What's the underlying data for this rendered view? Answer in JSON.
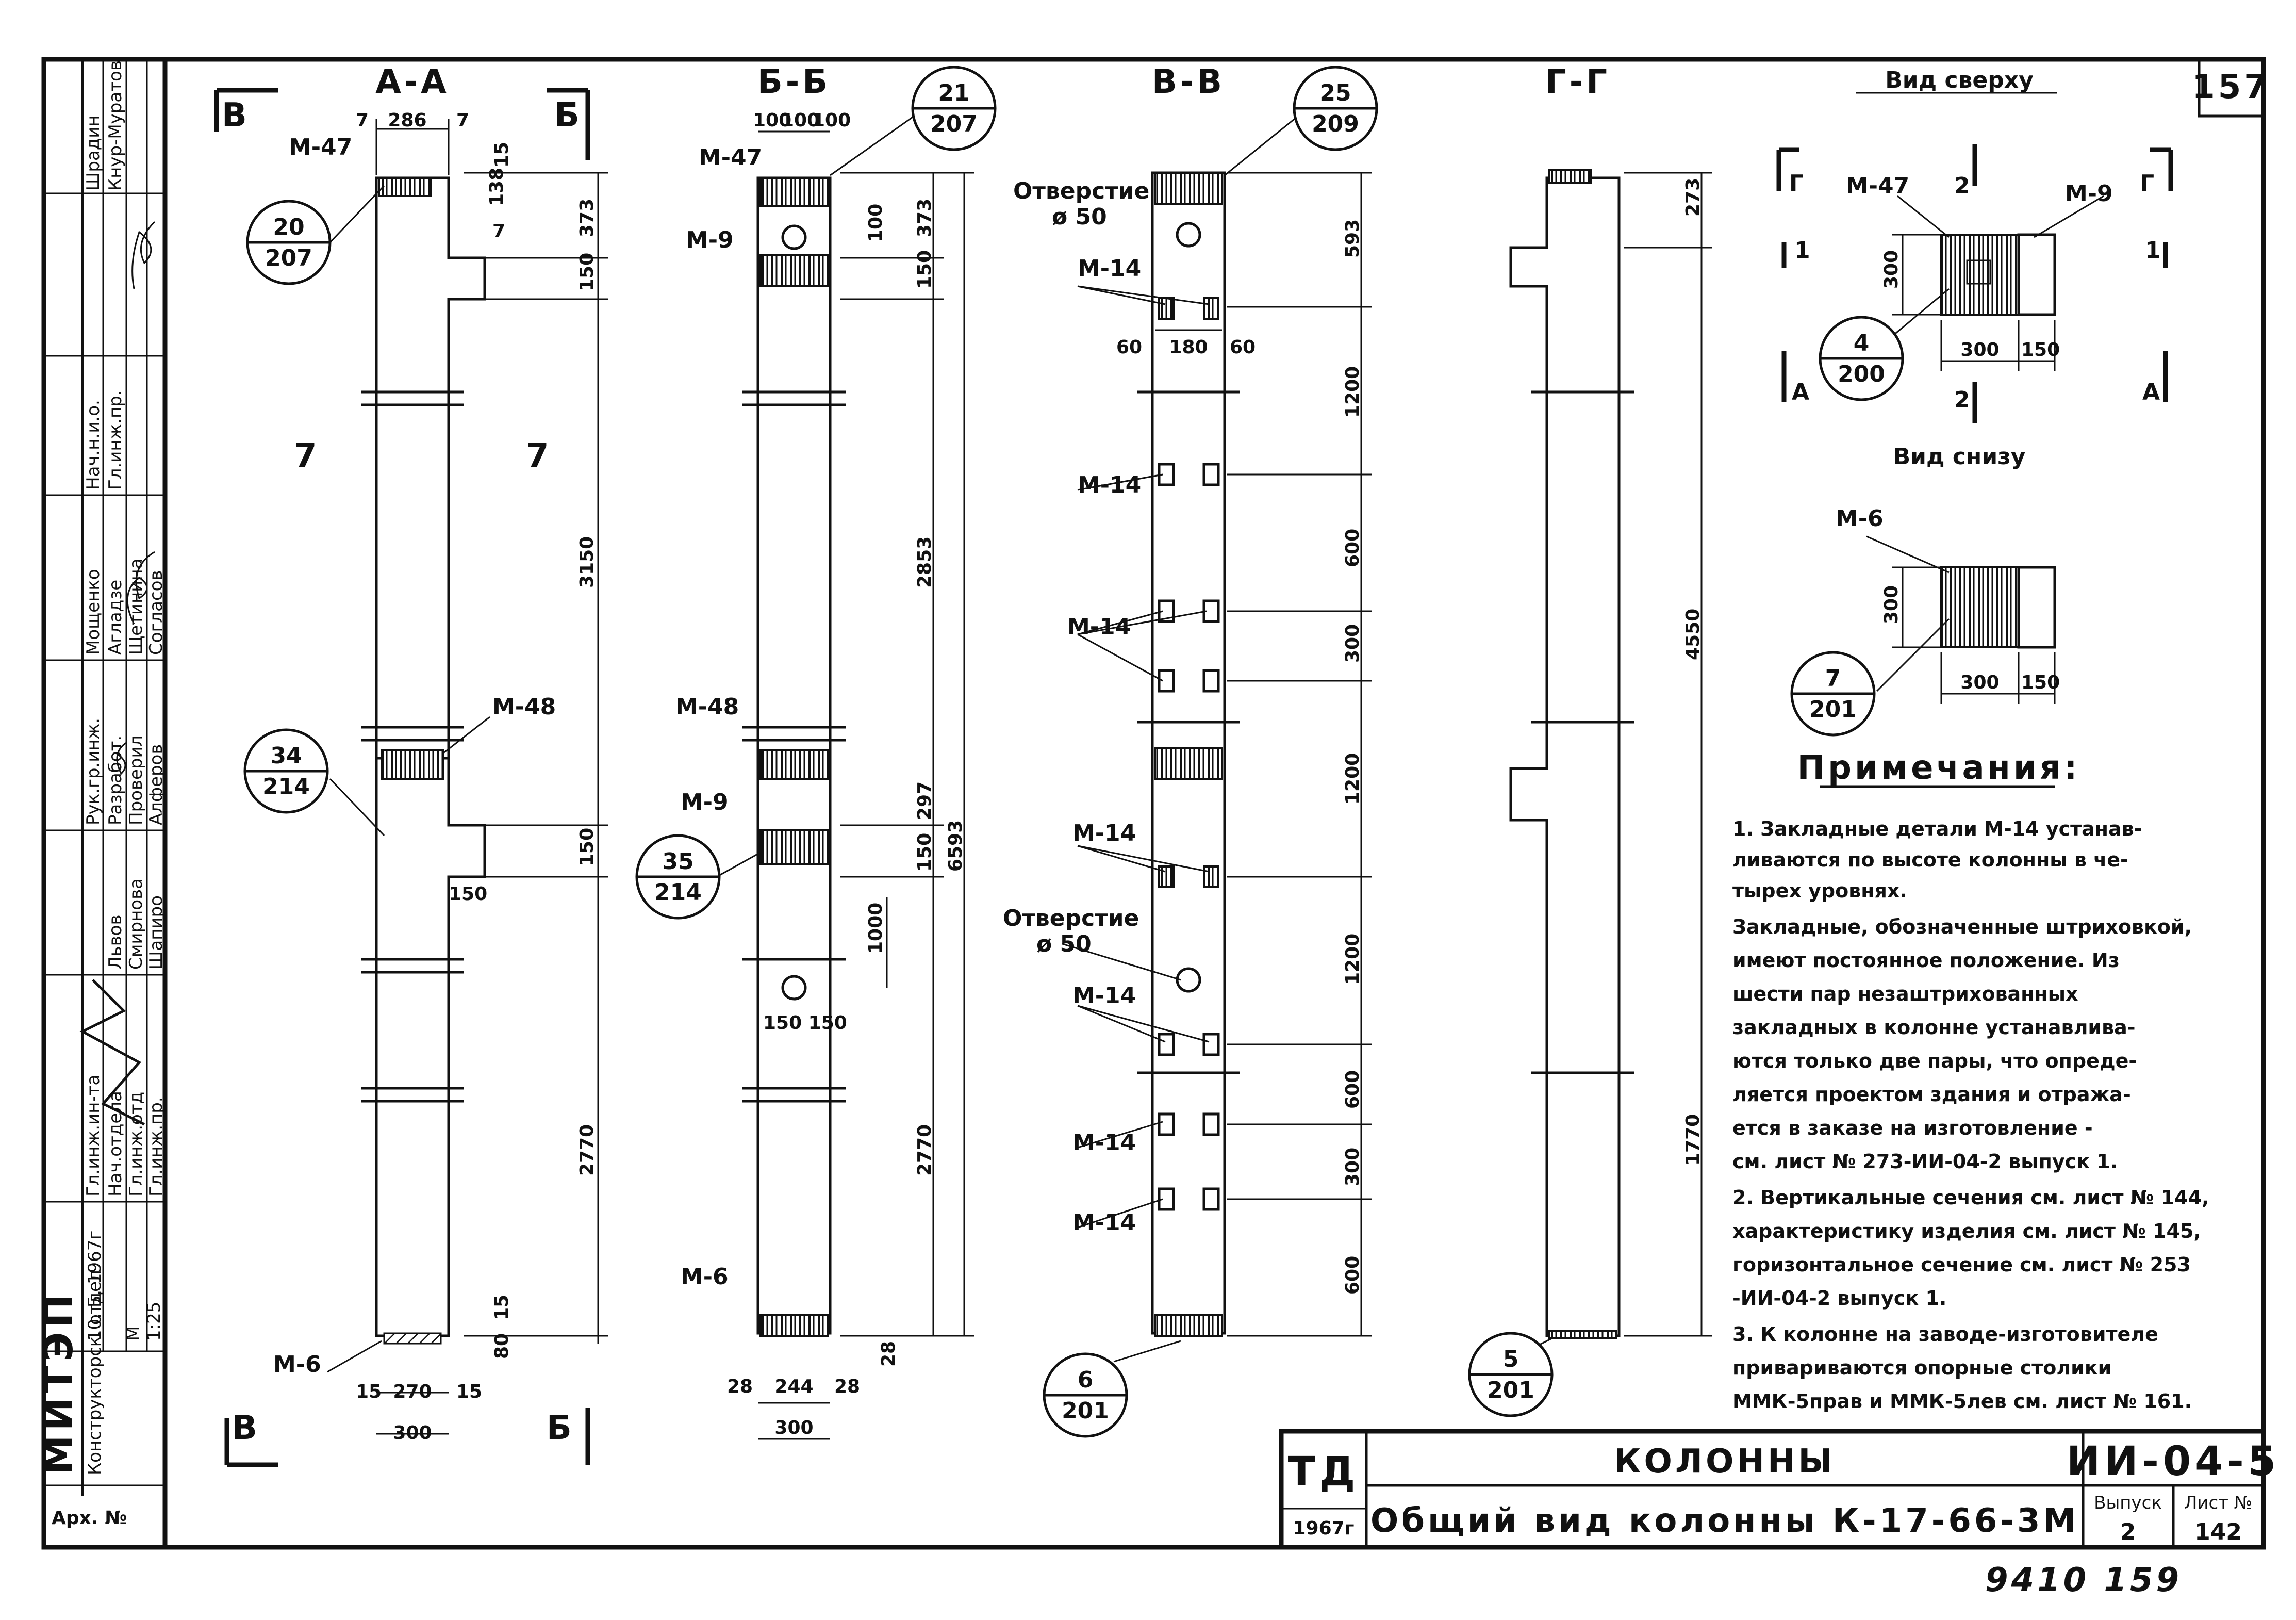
{
  "sheet": {
    "number": "157",
    "handwritten_number": "9410   159"
  },
  "sections": {
    "aa": {
      "title": "А-А",
      "cut_left": "В",
      "cut_right": "Б",
      "cut_bottom_left": "В",
      "cut_bottom_right": "Б"
    },
    "bb": {
      "title": "Б-Б"
    },
    "vv": {
      "title": "В-В"
    },
    "gg": {
      "title": "Г-Г"
    },
    "top": {
      "title": "Вид сверху"
    },
    "bottom": {
      "title": "Вид снизу"
    }
  },
  "parts": {
    "m47": "М-47",
    "m48": "М-48",
    "m6": "М-6",
    "m9": "М-9",
    "m14": "М-14",
    "hole": "Отверстие",
    "hole_dia": "ø 50"
  },
  "bubbles": [
    {
      "top": "20",
      "bottom": "207"
    },
    {
      "top": "34",
      "bottom": "214"
    },
    {
      "top": "21",
      "bottom": "207"
    },
    {
      "top": "35",
      "bottom": "214"
    },
    {
      "top": "25",
      "bottom": "209"
    },
    {
      "top": "6",
      "bottom": "201"
    },
    {
      "top": "5",
      "bottom": "201"
    },
    {
      "top": "4",
      "bottom": "200"
    },
    {
      "top": "7",
      "bottom": "201"
    }
  ],
  "dims": {
    "aa": {
      "top_w": [
        "7",
        "286",
        "7"
      ],
      "d138": "138",
      "d15": "15",
      "d7": "7",
      "d373": "373",
      "d150": "150",
      "d3150": "3150",
      "d150b": "150",
      "d150c": "150",
      "d2770": "2770",
      "d15b": "15",
      "d80": "80",
      "bot_w": [
        "15",
        "270",
        "15"
      ],
      "d300": "300",
      "mark7": "7"
    },
    "bb": {
      "top_w": [
        "100",
        "100",
        "100"
      ],
      "d100": "100",
      "d373": "373",
      "d150": "150",
      "d2853": "2853",
      "d297": "297",
      "d150b": "150",
      "d6593": "6593",
      "d1000": "1000",
      "d150150": "150 150",
      "d2770": "2770",
      "d28": "28",
      "bot_w": [
        "28",
        "244",
        "28"
      ],
      "d300": "300"
    },
    "vv": {
      "d593": "593",
      "d1200a": "1200",
      "d600a": "600",
      "d300a": "300",
      "d1200b": "1200",
      "d1200c": "1200",
      "d600b": "600",
      "d300b": "300",
      "d600c": "600",
      "w": [
        "60",
        "180",
        "60"
      ]
    },
    "gg": {
      "d273": "273",
      "d4550": "4550",
      "d1770": "1770"
    },
    "top": {
      "d300v": "300",
      "d300": "300",
      "d150": "150",
      "cut1": "1",
      "cut2": "2",
      "cutA": "А",
      "cutG": "Г"
    },
    "bottom": {
      "d300v": "300",
      "d300": "300",
      "d150": "150"
    }
  },
  "notes": {
    "title": "Примечания:",
    "lines": [
      "1. Закладные детали М-14 устанав-",
      "ливаются по высоте колонны в че-",
      "тырех уровнях.",
      "Закладные, обозначенные штриховкой,",
      "имеют постоянное положение. Из",
      "шести пар незаштрихованных",
      "закладных в колонне устанавлива-",
      "ются только две пары, что опреде-",
      "ляется проектом здания и отража-",
      "ется в заказе на изготовление -",
      "см. лист № 273-ИИ-04-2 выпуск 1.",
      "2. Вертикальные сечения см. лист № 144,",
      "характеристику изделия см. лист № 145,",
      "горизонтальное сечение см. лист № 253",
      "-ИИ-04-2 выпуск 1.",
      "3. К колонне на заводе-изготовителе",
      "привариваются опорные столики",
      "ММК-5прав и ММК-5лев см. лист № 161."
    ]
  },
  "title_block": {
    "org_code": "ТД",
    "year": "1967г",
    "category": "КОЛОННЫ",
    "title": "Общий вид колонны К-17-66-3М",
    "series": "ИИ-04-5",
    "issue_label": "Выпуск",
    "issue": "2",
    "sheet_label": "Лист №",
    "sheet": "142"
  },
  "stamp": {
    "org": "МИТЭП",
    "dept": "Конструкторск. отдел",
    "arch": "Арх. №",
    "date": "10. Б. 1967г",
    "scale_label": "М",
    "scale": "1:25",
    "roles": [
      "Гл.инж.ин-та",
      "Нач.отдела",
      "Гл.инж.отд",
      "Гл.инж.пр.",
      "Рук.гр.инж.",
      "Разработ.",
      "Проверил",
      "Нач.н.и.о.",
      "Гл.инж.пр."
    ],
    "names": [
      "Львов",
      "Смирнова",
      "Шапиро",
      "Алферов",
      "Мощенко",
      "Агладзе",
      "Щетинина",
      "Согласов",
      "Шрадин",
      "Кнур-Муратов"
    ]
  }
}
